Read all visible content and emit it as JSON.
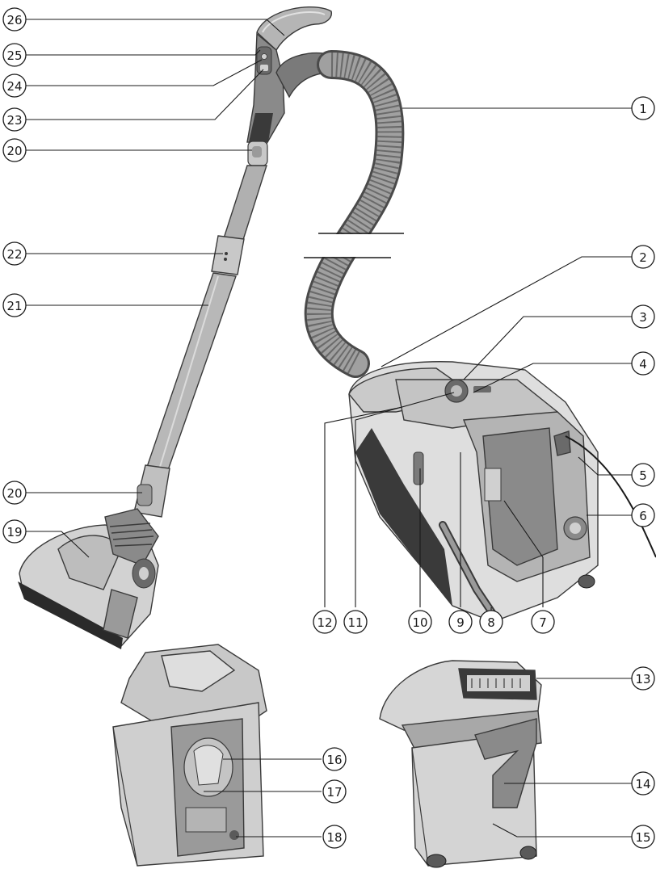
{
  "colors": {
    "body_light": "#e6e6e6",
    "body_mid": "#c4c4c4",
    "body_dark": "#8c8c8c",
    "hose": "#9a9a9a",
    "hose_dark": "#5a5a5a",
    "line": "#1a1a1a"
  },
  "callouts": [
    {
      "id": "c26",
      "label": "26"
    },
    {
      "id": "c25",
      "label": "25"
    },
    {
      "id": "c24",
      "label": "24"
    },
    {
      "id": "c23",
      "label": "23"
    },
    {
      "id": "c20a",
      "label": "20"
    },
    {
      "id": "c22",
      "label": "22"
    },
    {
      "id": "c21",
      "label": "21"
    },
    {
      "id": "c20b",
      "label": "20"
    },
    {
      "id": "c19",
      "label": "19"
    },
    {
      "id": "c1",
      "label": "1"
    },
    {
      "id": "c2",
      "label": "2"
    },
    {
      "id": "c3",
      "label": "3"
    },
    {
      "id": "c4",
      "label": "4"
    },
    {
      "id": "c5",
      "label": "5"
    },
    {
      "id": "c6",
      "label": "6"
    },
    {
      "id": "c12",
      "label": "12"
    },
    {
      "id": "c11",
      "label": "11"
    },
    {
      "id": "c10",
      "label": "10"
    },
    {
      "id": "c9",
      "label": "9"
    },
    {
      "id": "c8",
      "label": "8"
    },
    {
      "id": "c7",
      "label": "7"
    },
    {
      "id": "c16",
      "label": "16"
    },
    {
      "id": "c17",
      "label": "17"
    },
    {
      "id": "c18",
      "label": "18"
    },
    {
      "id": "c13",
      "label": "13"
    },
    {
      "id": "c14",
      "label": "14"
    },
    {
      "id": "c15",
      "label": "15"
    }
  ]
}
